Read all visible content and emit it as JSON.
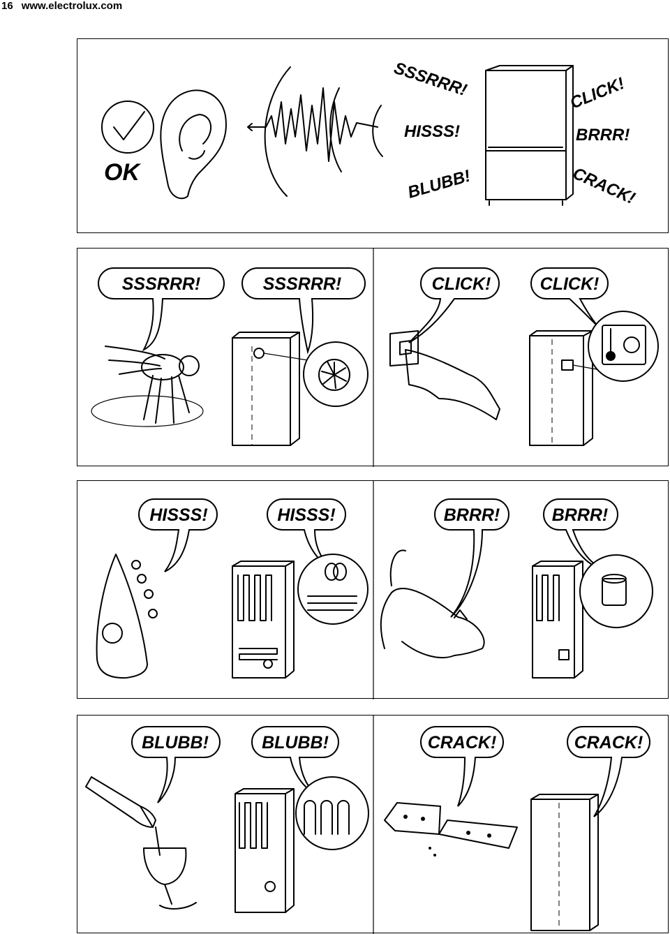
{
  "header": {
    "page_number": "16",
    "website": "www.electrolux.com"
  },
  "intro_panel": {
    "ok_label": "OK",
    "sounds": [
      "SSSRRR!",
      "HISSS!",
      "BLUBB!",
      "CLICK!",
      "BRRR!",
      "CRACK!"
    ]
  },
  "rows": [
    {
      "cells": [
        {
          "sound": "SSSRRR!",
          "illustration": "fly-icon"
        },
        {
          "sound": "SSSRRR!",
          "illustration": "fan-icon"
        },
        {
          "sound": "CLICK!",
          "illustration": "wall-switch-icon"
        },
        {
          "sound": "CLICK!",
          "illustration": "thermostat-icon"
        }
      ]
    },
    {
      "cells": [
        {
          "sound": "HISSS!",
          "illustration": "steam-iron-icon"
        },
        {
          "sound": "HISSS!",
          "illustration": "coil-icon"
        },
        {
          "sound": "BRRR!",
          "illustration": "cat-icon"
        },
        {
          "sound": "BRRR!",
          "illustration": "compressor-icon"
        }
      ]
    },
    {
      "cells": [
        {
          "sound": "BLUBB!",
          "illustration": "wine-pour-icon"
        },
        {
          "sound": "BLUBB!",
          "illustration": "tubing-icon"
        },
        {
          "sound": "CRACK!",
          "illustration": "cracker-icon"
        },
        {
          "sound": "CRACK!",
          "illustration": "fridge-icon"
        }
      ]
    }
  ]
}
